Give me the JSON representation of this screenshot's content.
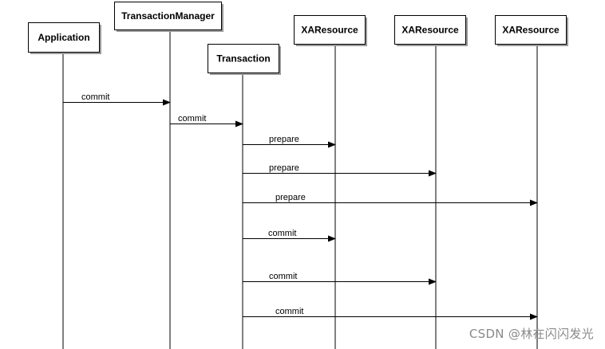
{
  "participants": [
    {
      "id": "app",
      "label": "Application"
    },
    {
      "id": "tm",
      "label": "TransactionManager"
    },
    {
      "id": "tx",
      "label": "Transaction"
    },
    {
      "id": "xa1",
      "label": "XAResource"
    },
    {
      "id": "xa2",
      "label": "XAResource"
    },
    {
      "id": "xa3",
      "label": "XAResource"
    }
  ],
  "messages": [
    {
      "from": "app",
      "to": "tm",
      "label": "commit"
    },
    {
      "from": "tm",
      "to": "tx",
      "label": "commit"
    },
    {
      "from": "tx",
      "to": "xa1",
      "label": "prepare"
    },
    {
      "from": "tx",
      "to": "xa2",
      "label": "prepare"
    },
    {
      "from": "tx",
      "to": "xa3",
      "label": "prepare"
    },
    {
      "from": "tx",
      "to": "xa1",
      "label": "commit"
    },
    {
      "from": "tx",
      "to": "xa2",
      "label": "commit"
    },
    {
      "from": "tx",
      "to": "xa3",
      "label": "commit"
    }
  ],
  "watermark": "CSDN @林在闪闪发光",
  "colors": {
    "line": "#000000",
    "box_fill": "#ffffff",
    "box_shadow": "#9a9a9a",
    "watermark": "#8a8a8a"
  }
}
